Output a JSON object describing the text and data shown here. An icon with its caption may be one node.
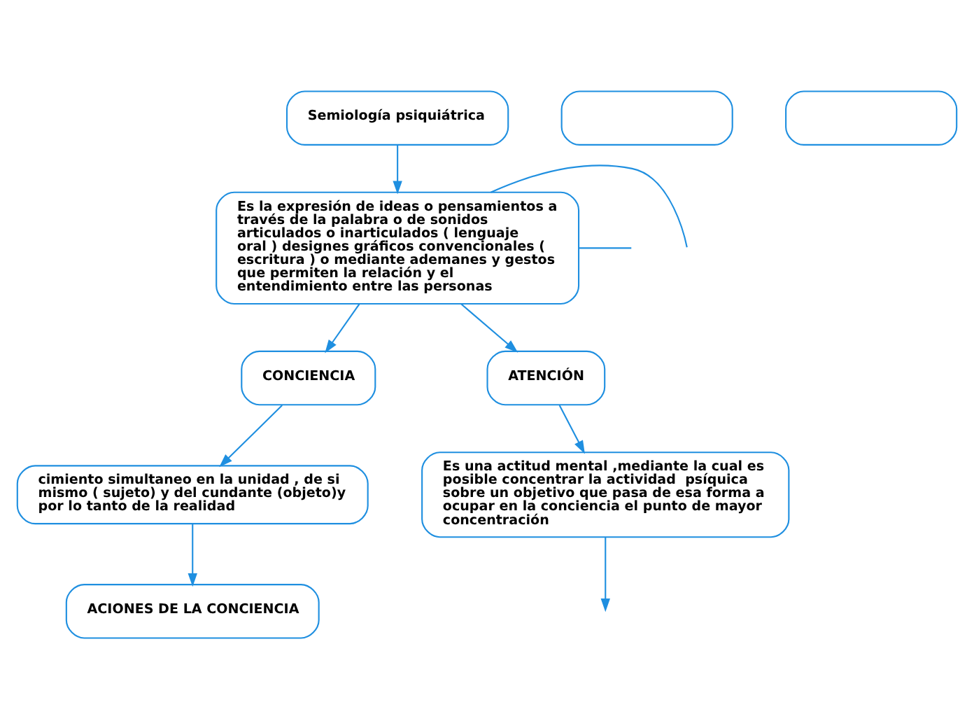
{
  "diagram": {
    "nodes": [
      {
        "text": [
          "Semiología psiquiátrica"
        ]
      },
      {
        "text": [
          "Es la expresión de ideas o pensamientos a través de la palabra o de sonidos articulados o inarticulados ( lenguaje oral ) designes gráficos convencionales ( escritura ) o mediante ademanes y gestos que permiten la relación y el entendimiento entre las personas"
        ]
      },
      {
        "text": [
          "CONCIENCIA"
        ]
      },
      {
        "text": [
          "cimiento simultaneo en la unidad , de si mismo ( sujeto) y del cundante (objeto)y por lo tanto de la realidad"
        ]
      },
      {
        "text": [
          "ACIONES DE LA CONCIENCIA"
        ]
      },
      {
        "text": [
          "ATENCIÓN"
        ]
      },
      {
        "text": [
          "Es una actitud mental ,mediante la cual es posible concentrar la actividad  psíquica sobre un objetivo que pasa de esa forma a ocupar en la conciencia el punto de mayor concentración"
        ]
      },
      {
        "text": [],
        "shape": "box"
      },
      {
        "text": [],
        "shape": "box"
      }
    ],
    "edges": [
      {
        "from": 0,
        "to": 1,
        "arrow": "to"
      },
      {
        "from": 1,
        "to": null,
        "arrow": "none"
      },
      {
        "from": 1,
        "to": null,
        "arrow": "none"
      },
      {
        "from": 1,
        "to": 2,
        "arrow": "to"
      },
      {
        "from": 1,
        "to": 5,
        "arrow": "to"
      },
      {
        "from": 2,
        "to": 3,
        "arrow": "to"
      },
      {
        "from": 3,
        "to": 4,
        "arrow": "to"
      },
      {
        "from": 5,
        "to": 6,
        "arrow": "to"
      },
      {
        "from": 6,
        "to": null,
        "arrow": "to"
      }
    ]
  }
}
